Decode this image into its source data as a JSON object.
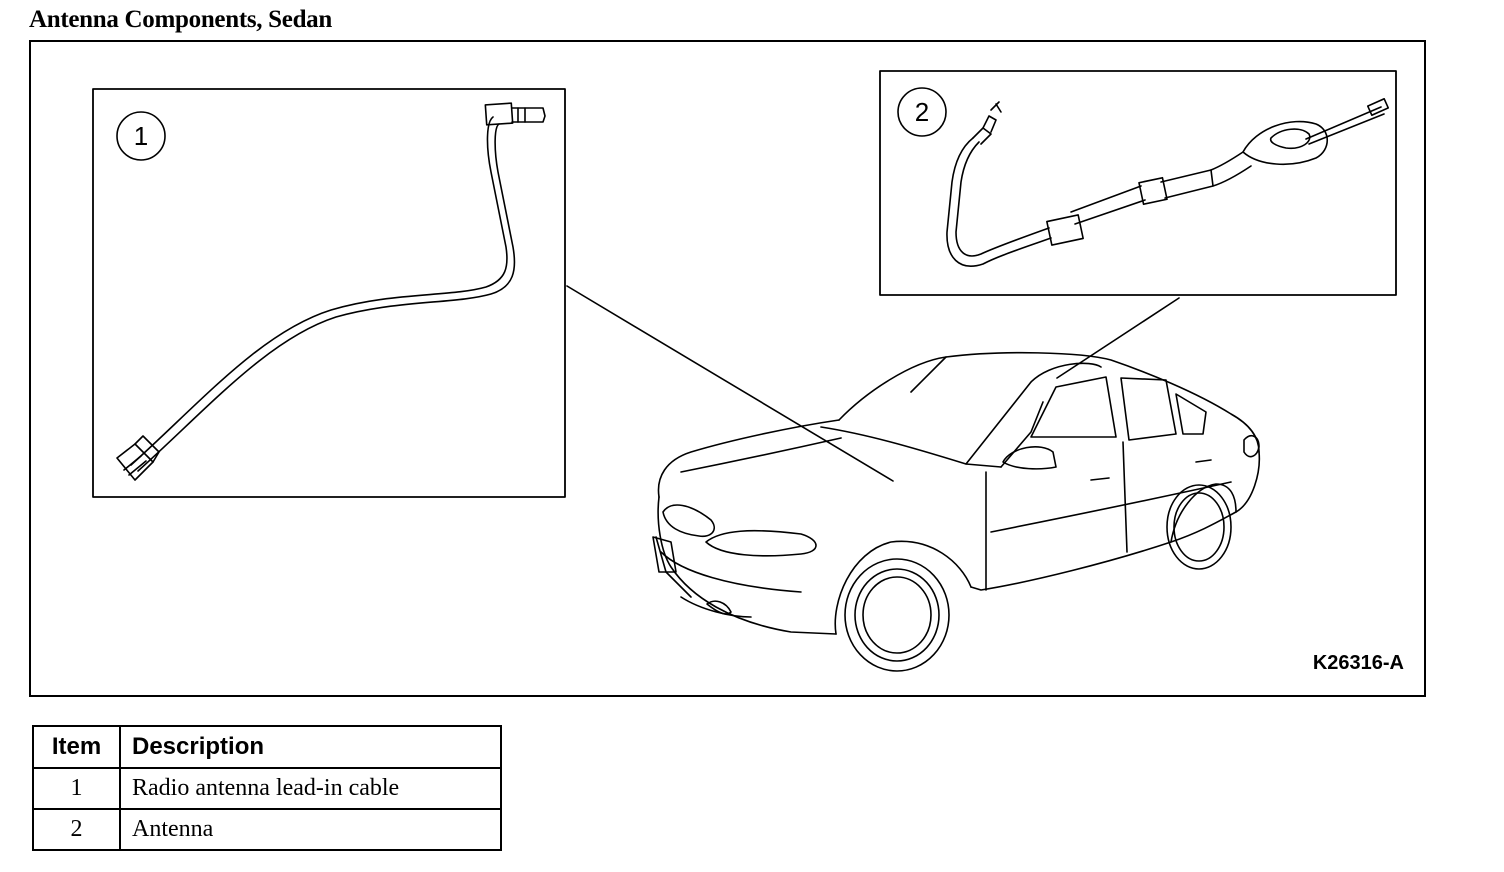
{
  "title": "Antenna Components, Sedan",
  "figure": {
    "id": "K26316-A",
    "callouts": [
      "1",
      "2"
    ]
  },
  "legend": {
    "headers": {
      "item": "Item",
      "description": "Description"
    },
    "rows": [
      {
        "item": "1",
        "description": "Radio antenna lead-in cable"
      },
      {
        "item": "2",
        "description": "Antenna"
      }
    ]
  }
}
